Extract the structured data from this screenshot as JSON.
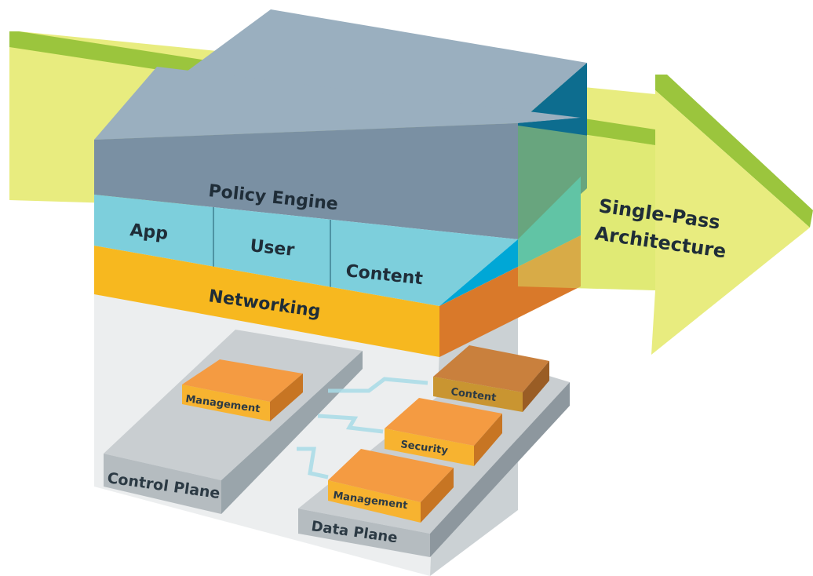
{
  "arrow": {
    "title_line1": "Single-Pass",
    "title_line2": "Architecture"
  },
  "stack": {
    "policy_engine": "Policy Engine",
    "app": "App",
    "user": "User",
    "content": "Content",
    "networking": "Networking"
  },
  "control_plane": {
    "label": "Control Plane",
    "management": "Management"
  },
  "data_plane": {
    "label": "Data Plane",
    "content": "Content",
    "security": "Security",
    "management": "Management"
  }
}
